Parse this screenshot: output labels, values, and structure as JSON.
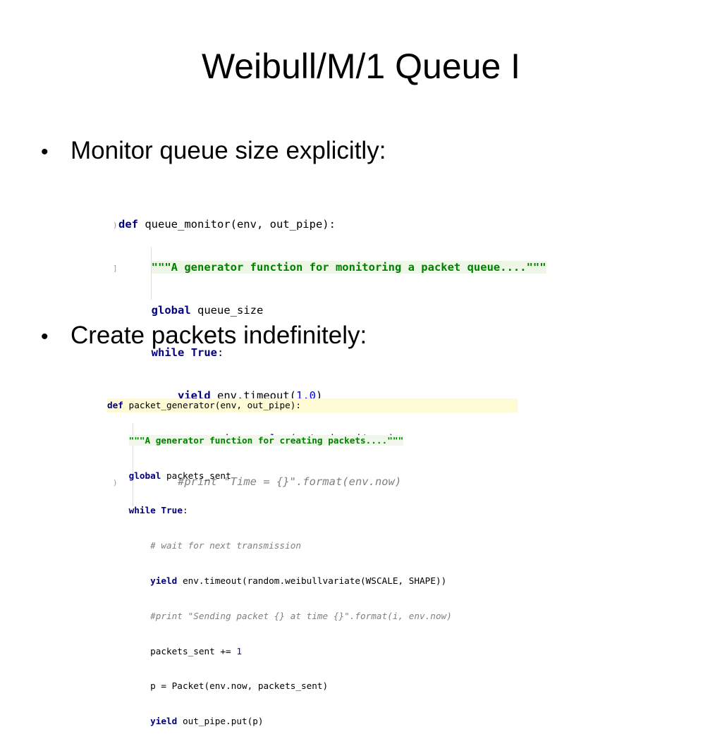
{
  "slide": {
    "title": "Weibull/M/1 Queue I",
    "bullets": [
      "Monitor queue size explicitly:",
      "Create packets indefinitely:"
    ]
  },
  "code_block_1": {
    "def_kw": "def",
    "signature": " queue_monitor(env, out_pipe):",
    "docstring": "\"\"\"A generator function for monitoring a packet queue....\"\"\"",
    "global_kw": "global",
    "global_var": " queue_size",
    "while_kw": "while",
    "while_cond": "True",
    "colon": ":",
    "yield_kw": "yield",
    "timeout_call": " env.timeout(",
    "timeout_val": "1.0",
    "close_paren": ")",
    "qs_assign": "queue_size += ",
    "len_fn": "len",
    "len_arg": "(out_pipe.items)",
    "print_comment": "#print \"Time = {}\".format(env.now)"
  },
  "code_block_2": {
    "def_kw": "def",
    "signature": " packet_generator(env, out_pipe):",
    "docstring": "\"\"\"A generator function for creating packets....\"\"\"",
    "global_kw": "global",
    "global_var": " packets_sent",
    "while_kw": "while",
    "while_cond": "True",
    "colon": ":",
    "wait_comment": "# wait for next transmission",
    "yield_kw": "yield",
    "timeout_call": " env.timeout(random.weibullvariate(WSCALE, SHAPE))",
    "print_comment": "#print \"Sending packet {} at time {}\".format(i, env.now)",
    "ps_assign": "packets_sent += ",
    "ps_inc": "1",
    "packet_line": "p = Packet(env.now, packets_sent)",
    "yield_kw2": "yield",
    "put_call": " out_pipe.put(p)"
  }
}
